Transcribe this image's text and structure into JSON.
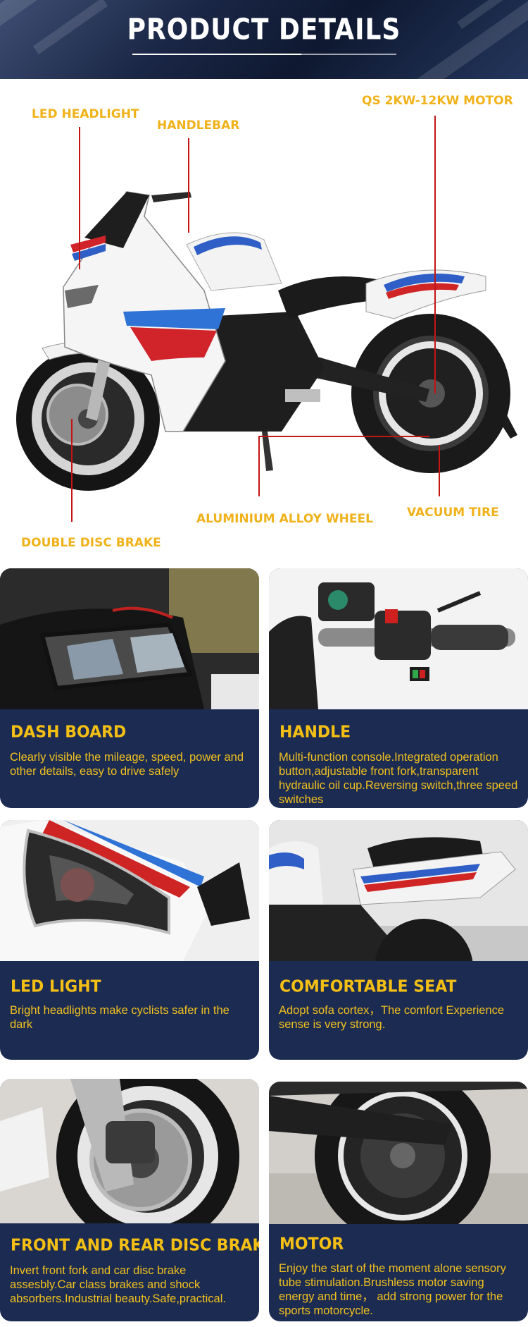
{
  "banner": {
    "title": "PRODUCT DETAILS"
  },
  "hero": {
    "callouts": {
      "led_headlight": "LED HEADLIGHT",
      "handlebar": "HANDLEBAR",
      "motor": "QS 2KW-12KW MOTOR",
      "wheel": "ALUMINIUM ALLOY WHEEL",
      "tire": "VACUUM TIRE",
      "brake": "DOUBLE DISC BRAKE"
    },
    "colors": {
      "callout_text": "#f0b21a",
      "callout_line": "#c41414"
    }
  },
  "features": [
    {
      "title": "DASH BOARD",
      "desc": "Clearly visible the mileage, speed, power and other details, easy to drive safely",
      "icon": "dashboard-photo"
    },
    {
      "title": "HANDLE",
      "desc": "Multi-function console.Integrated operation button,adjustable front fork,transparent hydraulic oil cup.Reversing switch,three speed switches",
      "icon": "handle-photo"
    },
    {
      "title": "LED LIGHT",
      "desc": "Bright headlights make cyclists safer in the dark",
      "icon": "led-light-photo"
    },
    {
      "title": "COMFORTABLE SEAT",
      "desc": "Adopt sofa cortex，The comfort Experience sense is very strong.",
      "icon": "seat-photo"
    },
    {
      "title": "FRONT AND REAR DISC BRAKE",
      "desc": "Invert front fork and car disc brake assesbly.Car class brakes and shock absorbers.Industrial beauty.Safe,practical.",
      "icon": "disc-brake-photo"
    },
    {
      "title": "MOTOR",
      "desc": "Enjoy the start of the moment alone sensory tube stimulation.Brushless motor saving energy and time， add strong power for the sports motorcycle.",
      "icon": "motor-photo"
    }
  ],
  "theme": {
    "card_bg": "#1c2b52",
    "card_text": "#f4bf14",
    "banner_bg": "#1a2645"
  }
}
